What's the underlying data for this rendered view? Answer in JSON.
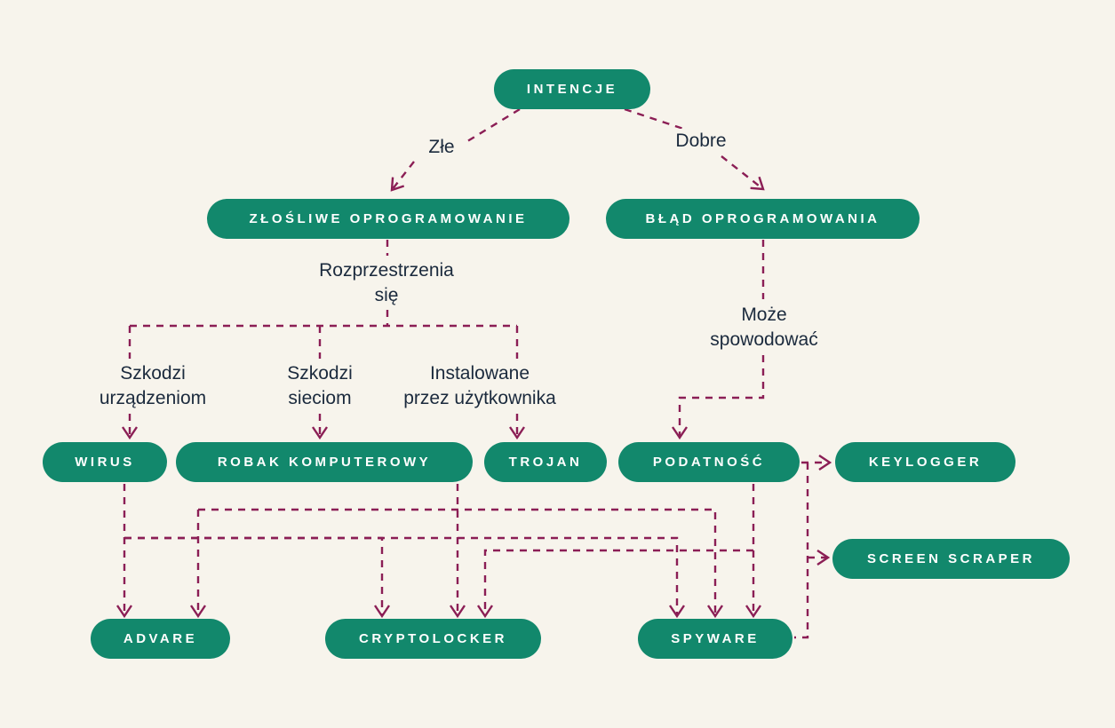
{
  "diagram": {
    "title_hint": "Malware classification flowchart (Polish)",
    "colors": {
      "background": "#f7f4ec",
      "node_fill": "#12886c",
      "node_text": "#ffffff",
      "connector": "#8b1e55",
      "label_text": "#1b2a3d"
    },
    "nodes": {
      "intencje": "INTENCJE",
      "zlosliwe": "ZŁOŚLIWE OPROGRAMOWANIE",
      "blad": "BŁĄD OPROGRAMOWANIA",
      "wirus": "WIRUS",
      "robak": "ROBAK KOMPUTEROWY",
      "trojan": "TROJAN",
      "podatnosc": "PODATNOŚĆ",
      "keylogger": "KEYLOGGER",
      "screen_scraper": "SCREEN SCRAPER",
      "advare": "ADVARE",
      "cryptolocker": "CRYPTOLOCKER",
      "spyware": "SPYWARE"
    },
    "edge_labels": {
      "zle": "Złe",
      "dobre": "Dobre",
      "rozprzestrzenia": "Rozprzestrzenia\nsię",
      "moze_spowodowac": "Może\nspowodować",
      "szkodzi_urzadzeniom": "Szkodzi\nurządzeniom",
      "szkodzi_sieciom": "Szkodzi\nsieciom",
      "instalowane": "Instalowane\nprzez użytkownika"
    }
  }
}
